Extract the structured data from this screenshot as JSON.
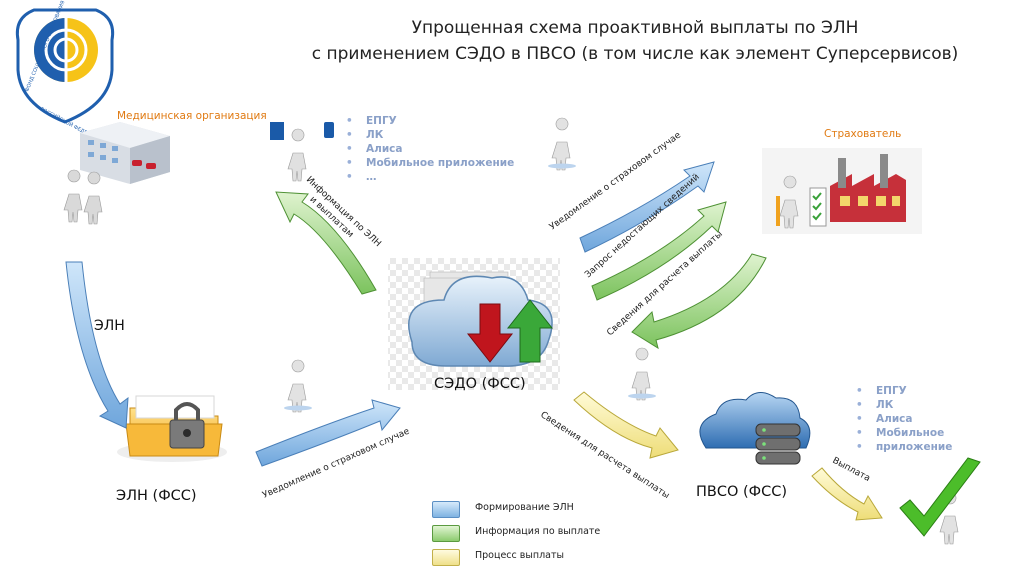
{
  "title": {
    "line1": "Упрощенная схема проактивной выплаты по ЭЛН",
    "line2": "с применением СЭДО в ПВСО (в том числе как элемент Суперсервисов)"
  },
  "logo": {
    "arc_text_left": "ФОНД СОЦИАЛЬНОГО СТРАХОВАНИЯ",
    "arc_text_bottom": "РОССИЙСКОЙ ФЕДЕРАЦИИ"
  },
  "nodes": {
    "med_org": "Медицинская организация",
    "insurer": "Страхователь",
    "sedo": "СЭДО (ФСС)",
    "eln_fss": "ЭЛН (ФСС)",
    "pvso": "ПВСО (ФСС)"
  },
  "channels_top": [
    "ЕПГУ",
    "ЛК",
    "Алиса",
    "Мобильное приложение",
    "…"
  ],
  "channels_bottom": [
    "ЕПГУ",
    "ЛК",
    "Алиса",
    "Мобильное приложение",
    "…"
  ],
  "arrows": {
    "eln": "ЭЛН",
    "info_line1": "Информация по ЭЛН",
    "info_line2": "и выплатам",
    "notify_top": "Уведомление о страховом случае",
    "request": "Запрос недостающих сведений",
    "calc_info_top": "Сведения для расчета выплаты",
    "notify_bottom": "Уведомление о страховом случае",
    "calc_info_bottom": "Сведения для расчета выплаты",
    "payment": "Выплата"
  },
  "legend": [
    {
      "label": "Формирование ЭЛН",
      "color": "#8fbde6"
    },
    {
      "label": "Информация по выплате",
      "color": "#9fd088"
    },
    {
      "label": "Процесс выплаты",
      "color": "#f3e79a"
    }
  ],
  "colors": {
    "blue_arrow": "#8fbde6",
    "green_arrow": "#9fd088",
    "yellow_arrow": "#f3e79a",
    "orange_text": "#e07a12",
    "list_text": "#8aa0c8"
  }
}
